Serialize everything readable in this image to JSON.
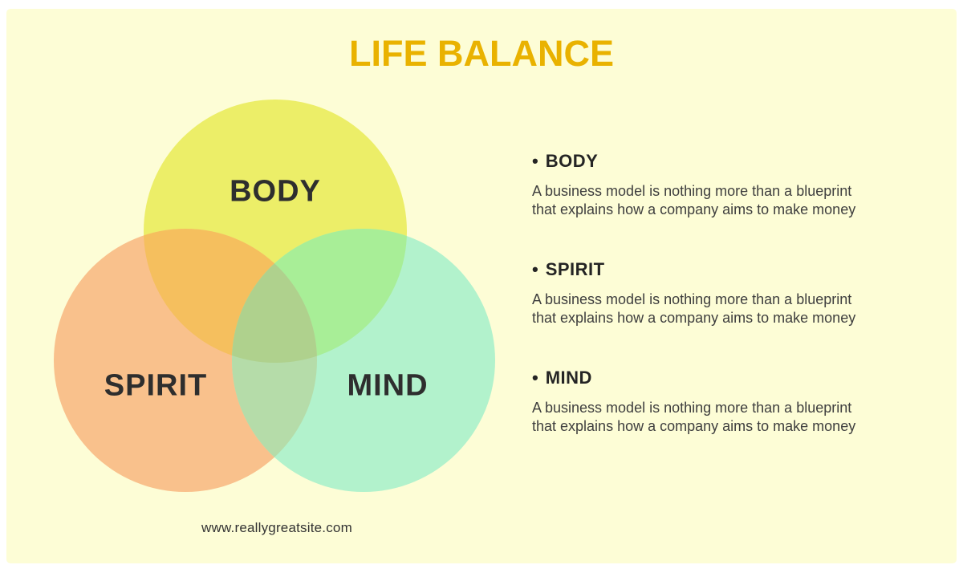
{
  "title": {
    "text": "LIFE BALANCE"
  },
  "venn": {
    "circles": [
      {
        "id": "body",
        "label": "BODY"
      },
      {
        "id": "spirit",
        "label": "SPIRIT"
      },
      {
        "id": "mind",
        "label": "MIND"
      }
    ]
  },
  "sections": [
    {
      "bullet": "•",
      "heading": "BODY",
      "lines": [
        "A business model is nothing more than a blueprint",
        "that explains how a company aims to make money"
      ]
    },
    {
      "bullet": "•",
      "heading": "SPIRIT",
      "lines": [
        "A business model is nothing more than a blueprint",
        "that explains how a company aims to make money"
      ]
    },
    {
      "bullet": "•",
      "heading": "MIND",
      "lines": [
        "A business model is nothing more than a blueprint",
        "that explains how a company aims to make money"
      ]
    }
  ],
  "footer": {
    "website": "www.reallygreatsite.com"
  },
  "colors": {
    "page_bg": "#FFFFFF",
    "canvas_bg": "#FDFDD6",
    "title": "#E9B200",
    "body_circle": "#ECEE68",
    "spirit_circle": "#F9C18C",
    "mind_circle": "#B2F2CC",
    "body_spirit_overlap": "#F5BF5E",
    "body_mind_overlap": "#A8EE97",
    "spirit_mind_overlap": "#B5DCA9",
    "triple_overlap": "#AFD18D",
    "label_text": "#2E2E2E",
    "heading_text": "#242424",
    "description_text": "#3E3E3E",
    "footer_text": "#333333"
  }
}
